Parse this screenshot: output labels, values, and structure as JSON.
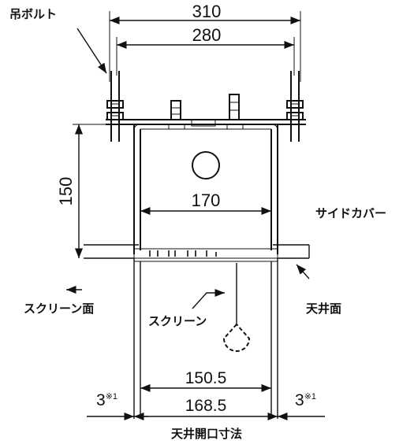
{
  "labels": {
    "hanging_bolt": "吊ボルト",
    "side_cover": "サイドカバー",
    "screen_surface": "スクリーン面",
    "screen": "スクリーン",
    "ceiling_surface": "天井面",
    "ceiling_opening": "天井開口寸法"
  },
  "dimensions": {
    "bolt_outer": "310",
    "bolt_inner": "280",
    "height": "150",
    "width_inner": "170",
    "opening_inner": "150.5",
    "opening_outer": "168.5",
    "gap_left": "3",
    "gap_right": "3",
    "note_mark": "※1"
  }
}
